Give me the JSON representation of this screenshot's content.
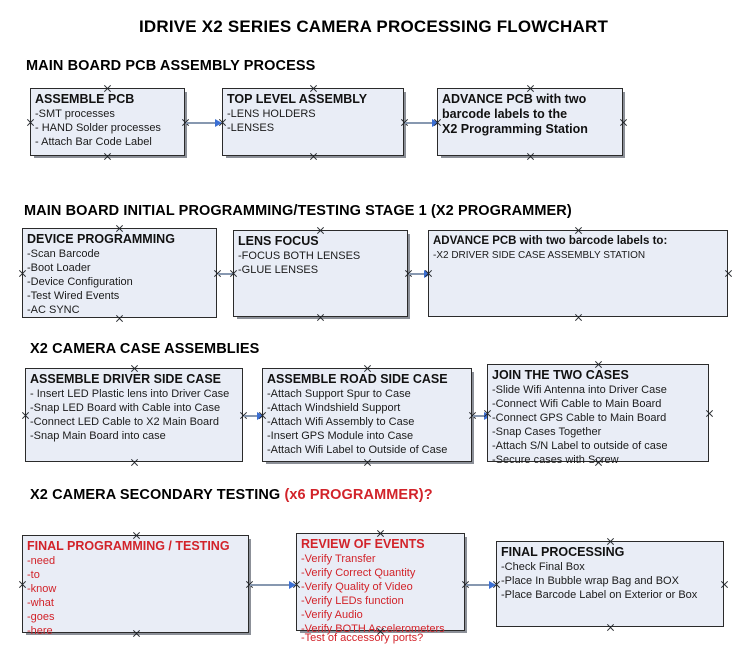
{
  "document": {
    "title": "IDRIVE X2  SERIES CAMERA PROCESSING FLOWCHART",
    "colors": {
      "node_fill": "#e9edf6",
      "node_border": "#2b2b2b",
      "shadow": "#787c86",
      "arrow_shaft": "#8798b0",
      "arrow_head": "#3b6fd4",
      "text": "#111111",
      "red_text": "#d2232a"
    }
  },
  "sections": [
    {
      "id": "main-board-pcb-assembly",
      "heading": "MAIN BOARD PCB ASSEMBLY PROCESS",
      "heading_red_suffix": "",
      "nodes": [
        {
          "id": "assemble-pcb",
          "title": "ASSEMBLE PCB",
          "lines": [
            "-SMT processes",
            "- HAND Solder processes",
            "- Attach Bar Code Label"
          ]
        },
        {
          "id": "top-level-assembly",
          "title": "TOP LEVEL ASSEMBLY",
          "lines": [
            "-LENS HOLDERS",
            "-LENSES"
          ]
        },
        {
          "id": "advance-pcb-x2-programming-station",
          "title": "ADVANCE PCB with two",
          "lines": [
            "barcode labels to the",
            " X2 Programming Station"
          ]
        }
      ]
    },
    {
      "id": "main-board-initial-programming",
      "heading": "MAIN BOARD INITIAL PROGRAMMING/TESTING STAGE 1 (X2 PROGRAMMER)",
      "heading_red_suffix": "",
      "nodes": [
        {
          "id": "device-programming",
          "title": "DEVICE PROGRAMMING",
          "lines": [
            "-Scan Barcode",
            "-Boot Loader",
            "-Device Configuration",
            "-Test Wired Events",
            "-AC SYNC"
          ]
        },
        {
          "id": "lens-focus",
          "title": "LENS FOCUS",
          "lines": [
            "-FOCUS BOTH LENSES",
            "-GLUE LENSES"
          ]
        },
        {
          "id": "advance-pcb-driver-side-case",
          "title": "ADVANCE PCB with two barcode labels to:",
          "lines": [
            "-X2 DRIVER  SIDE  CASE  ASSEMBLY STATION"
          ]
        }
      ]
    },
    {
      "id": "x2-camera-case-assemblies",
      "heading": "X2 CAMERA CASE ASSEMBLIES",
      "heading_red_suffix": "",
      "nodes": [
        {
          "id": "assemble-driver-side-case",
          "title": "ASSEMBLE DRIVER SIDE CASE",
          "lines": [
            "- Insert LED Plastic lens into Driver Case",
            "-Snap LED Board with Cable into Case",
            "-Connect LED Cable to X2 Main Board",
            "-Snap Main Board into case"
          ]
        },
        {
          "id": "assemble-road-side-case",
          "title": "ASSEMBLE ROAD SIDE CASE",
          "lines": [
            "-Attach Support Spur to Case",
            "-Attach Windshield Support",
            "-Attach Wifi Assembly to Case",
            "-Insert GPS Module into Case",
            "-Attach Wifi Label to Outside of Case"
          ]
        },
        {
          "id": "join-the-two-cases",
          "title": "JOIN THE TWO CASES",
          "lines": [
            "-Slide Wifi Antenna into Driver Case",
            "-Connect Wifi Cable to Main Board",
            "-Connect GPS Cable to Main Board",
            "-Snap Cases Together",
            "-Attach S/N Label to outside of case",
            "-Secure cases with Screw"
          ]
        }
      ]
    },
    {
      "id": "x2-camera-secondary-testing",
      "heading": "X2 CAMERA SECONDARY TESTING ",
      "heading_red_suffix": "(x6 PROGRAMMER)?",
      "nodes": [
        {
          "id": "final-programming-testing",
          "title": "FINAL PROGRAMMING / TESTING",
          "lines": [
            "-need",
            "-to",
            "-know",
            "-what",
            "-goes",
            "-here"
          ]
        },
        {
          "id": "review-of-events",
          "title": "REVIEW OF EVENTS",
          "lines": [
            "-Verify Transfer",
            "-Verify Correct Quantity",
            "-Verify Quality of Video",
            "-Verify LEDs function",
            "-Verify Audio",
            "-Verify BOTH Accelerometers"
          ],
          "overflow_line": "-Test of accessory ports?"
        },
        {
          "id": "final-processing",
          "title": "FINAL PROCESSING",
          "lines": [
            " -Check Final Box",
            "-Place In Bubble wrap Bag and BOX",
            "-Place Barcode Label on Exterior or Box"
          ]
        }
      ]
    }
  ]
}
